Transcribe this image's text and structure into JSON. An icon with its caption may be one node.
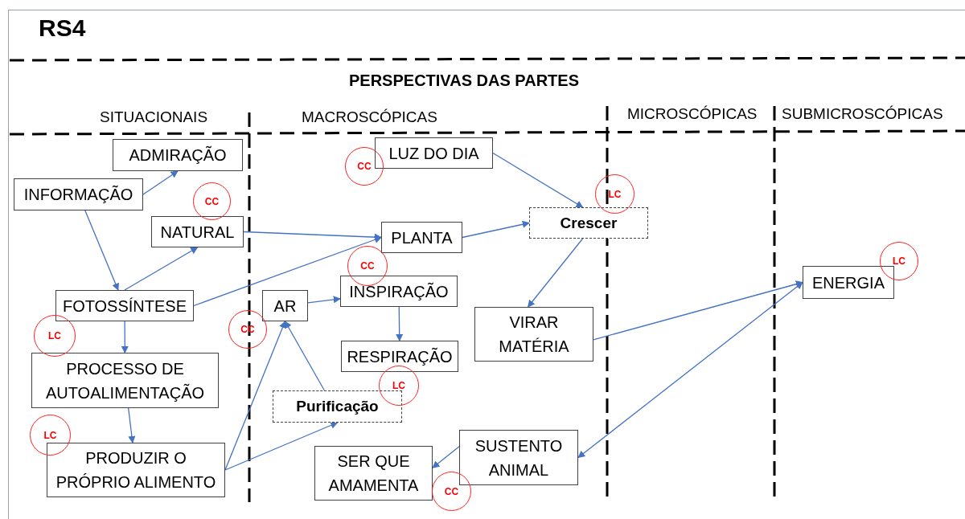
{
  "diagram": {
    "title": "RS4",
    "nodes": [
      {
        "text": [
          "ADMIRAÇÃO"
        ]
      },
      {
        "text": [
          "INFORMAÇÃO"
        ]
      },
      {
        "text": [
          "NATURAL"
        ]
      },
      {
        "text": [
          "FOTOSSÍNTESE"
        ]
      },
      {
        "text": [
          "PROCESSO DE AUTOALIMENTAÇÃO"
        ]
      },
      {
        "text": [
          "PRODUZIR O PRÓPRIO ALIMENTO"
        ]
      },
      {
        "text": [
          "LUZ DO DIA"
        ]
      },
      {
        "text": [
          "PLANTA"
        ]
      },
      {
        "text": [
          "Crescer"
        ]
      },
      {
        "text": [
          "AR"
        ]
      },
      {
        "text": [
          "INSPIRAÇÃO"
        ]
      },
      {
        "text": [
          "RESPIRAÇÃO"
        ]
      },
      {
        "text": [
          "VIRAR MATÉRIA"
        ]
      },
      {
        "text": [
          "Purificação"
        ]
      },
      {
        "text": [
          "SER QUE AMAMENTA"
        ]
      },
      {
        "text": [
          "SUSTENTO ANIMAL"
        ]
      },
      {
        "text": [
          "ENERGIA"
        ]
      },
      {
        "text": [
          "CC"
        ]
      },
      {
        "text": [
          "CC"
        ]
      },
      {
        "text": [
          "LC"
        ]
      },
      {
        "text": [
          "CC"
        ]
      },
      {
        "text": [
          "LC"
        ]
      },
      {
        "text": [
          "CC"
        ]
      },
      {
        "text": [
          "LC"
        ]
      },
      {
        "text": [
          "LC"
        ]
      },
      {
        "text": [
          "LC"
        ]
      },
      {
        "text": [
          "CC"
        ]
      }
    ],
    "edges": [
      {
        "from": 1,
        "to": 0,
        "arrow": "to"
      },
      {
        "from": 1,
        "to": 3,
        "arrow": "to"
      },
      {
        "from": 3,
        "to": 2,
        "arrow": "to"
      },
      {
        "from": 2,
        "to": 7,
        "arrow": "to"
      },
      {
        "from": 3,
        "to": 7,
        "arrow": "to"
      },
      {
        "from": 3,
        "to": 4,
        "arrow": "to"
      },
      {
        "from": 4,
        "to": 5,
        "arrow": "to"
      },
      {
        "from": 5,
        "to": 9,
        "arrow": "to"
      },
      {
        "from": 5,
        "to": 13,
        "arrow": "to"
      },
      {
        "from": 13,
        "to": 9,
        "arrow": "to"
      },
      {
        "from": 9,
        "to": 10,
        "arrow": "to"
      },
      {
        "from": 10,
        "to": 11,
        "arrow": "to"
      },
      {
        "from": 6,
        "to": 8,
        "arrow": "to"
      },
      {
        "from": 7,
        "to": 8,
        "arrow": "to"
      },
      {
        "from": 8,
        "to": 12,
        "arrow": "to"
      },
      {
        "from": 12,
        "to": 16,
        "arrow": "to"
      },
      {
        "from": 16,
        "to": 15,
        "arrow": "both"
      },
      {
        "from": 15,
        "to": 14,
        "arrow": "to"
      }
    ],
    "labels": [
      "PERSPECTIVAS DAS PARTES",
      "SITUACIONAIS",
      "MACROSCÓPICAS",
      "MICROSCÓPICAS",
      "SUBMICROSCÓPICAS"
    ]
  }
}
